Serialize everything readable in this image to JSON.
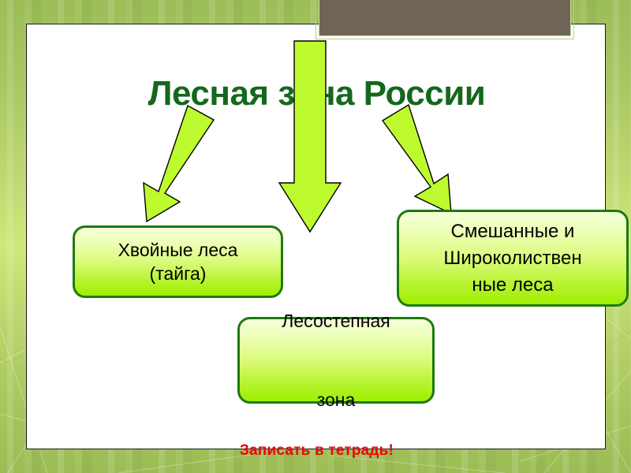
{
  "slide": {
    "title": "Лесная зона России",
    "title_color": "#14681c",
    "panel_background": "#ffffff",
    "slide_background_color": "#a5c05a",
    "note": "Записать в тетрадь!",
    "note_color": "#e8090b",
    "picture_placeholder_color": "#6f6557"
  },
  "nodes": [
    {
      "id": "taiga",
      "label": "Хвойные леса\n(тайга)",
      "border_color": "#1d7a10",
      "fill_top": "#f4ffd8",
      "fill_bottom": "#9fef00"
    },
    {
      "id": "mixed",
      "label": "Смешанные и\nШироколиствен\nные  леса",
      "border_color": "#1d7a10",
      "fill_top": "#f4ffd8",
      "fill_bottom": "#9fef00"
    },
    {
      "id": "forest-steppe",
      "label": "Лесостепная\n\nзона",
      "border_color": "#1d7a10",
      "fill_top": "#f4ffd8",
      "fill_bottom": "#9fef00"
    }
  ],
  "arrows": [
    {
      "id": "arrow-left",
      "direction": "down-left",
      "target": "taiga",
      "fill": "#bdfa2e"
    },
    {
      "id": "arrow-center",
      "direction": "down",
      "target": "forest-steppe",
      "fill": "#bdfa2e"
    },
    {
      "id": "arrow-right",
      "direction": "down-right",
      "target": "mixed",
      "fill": "#bdfa2e"
    }
  ]
}
